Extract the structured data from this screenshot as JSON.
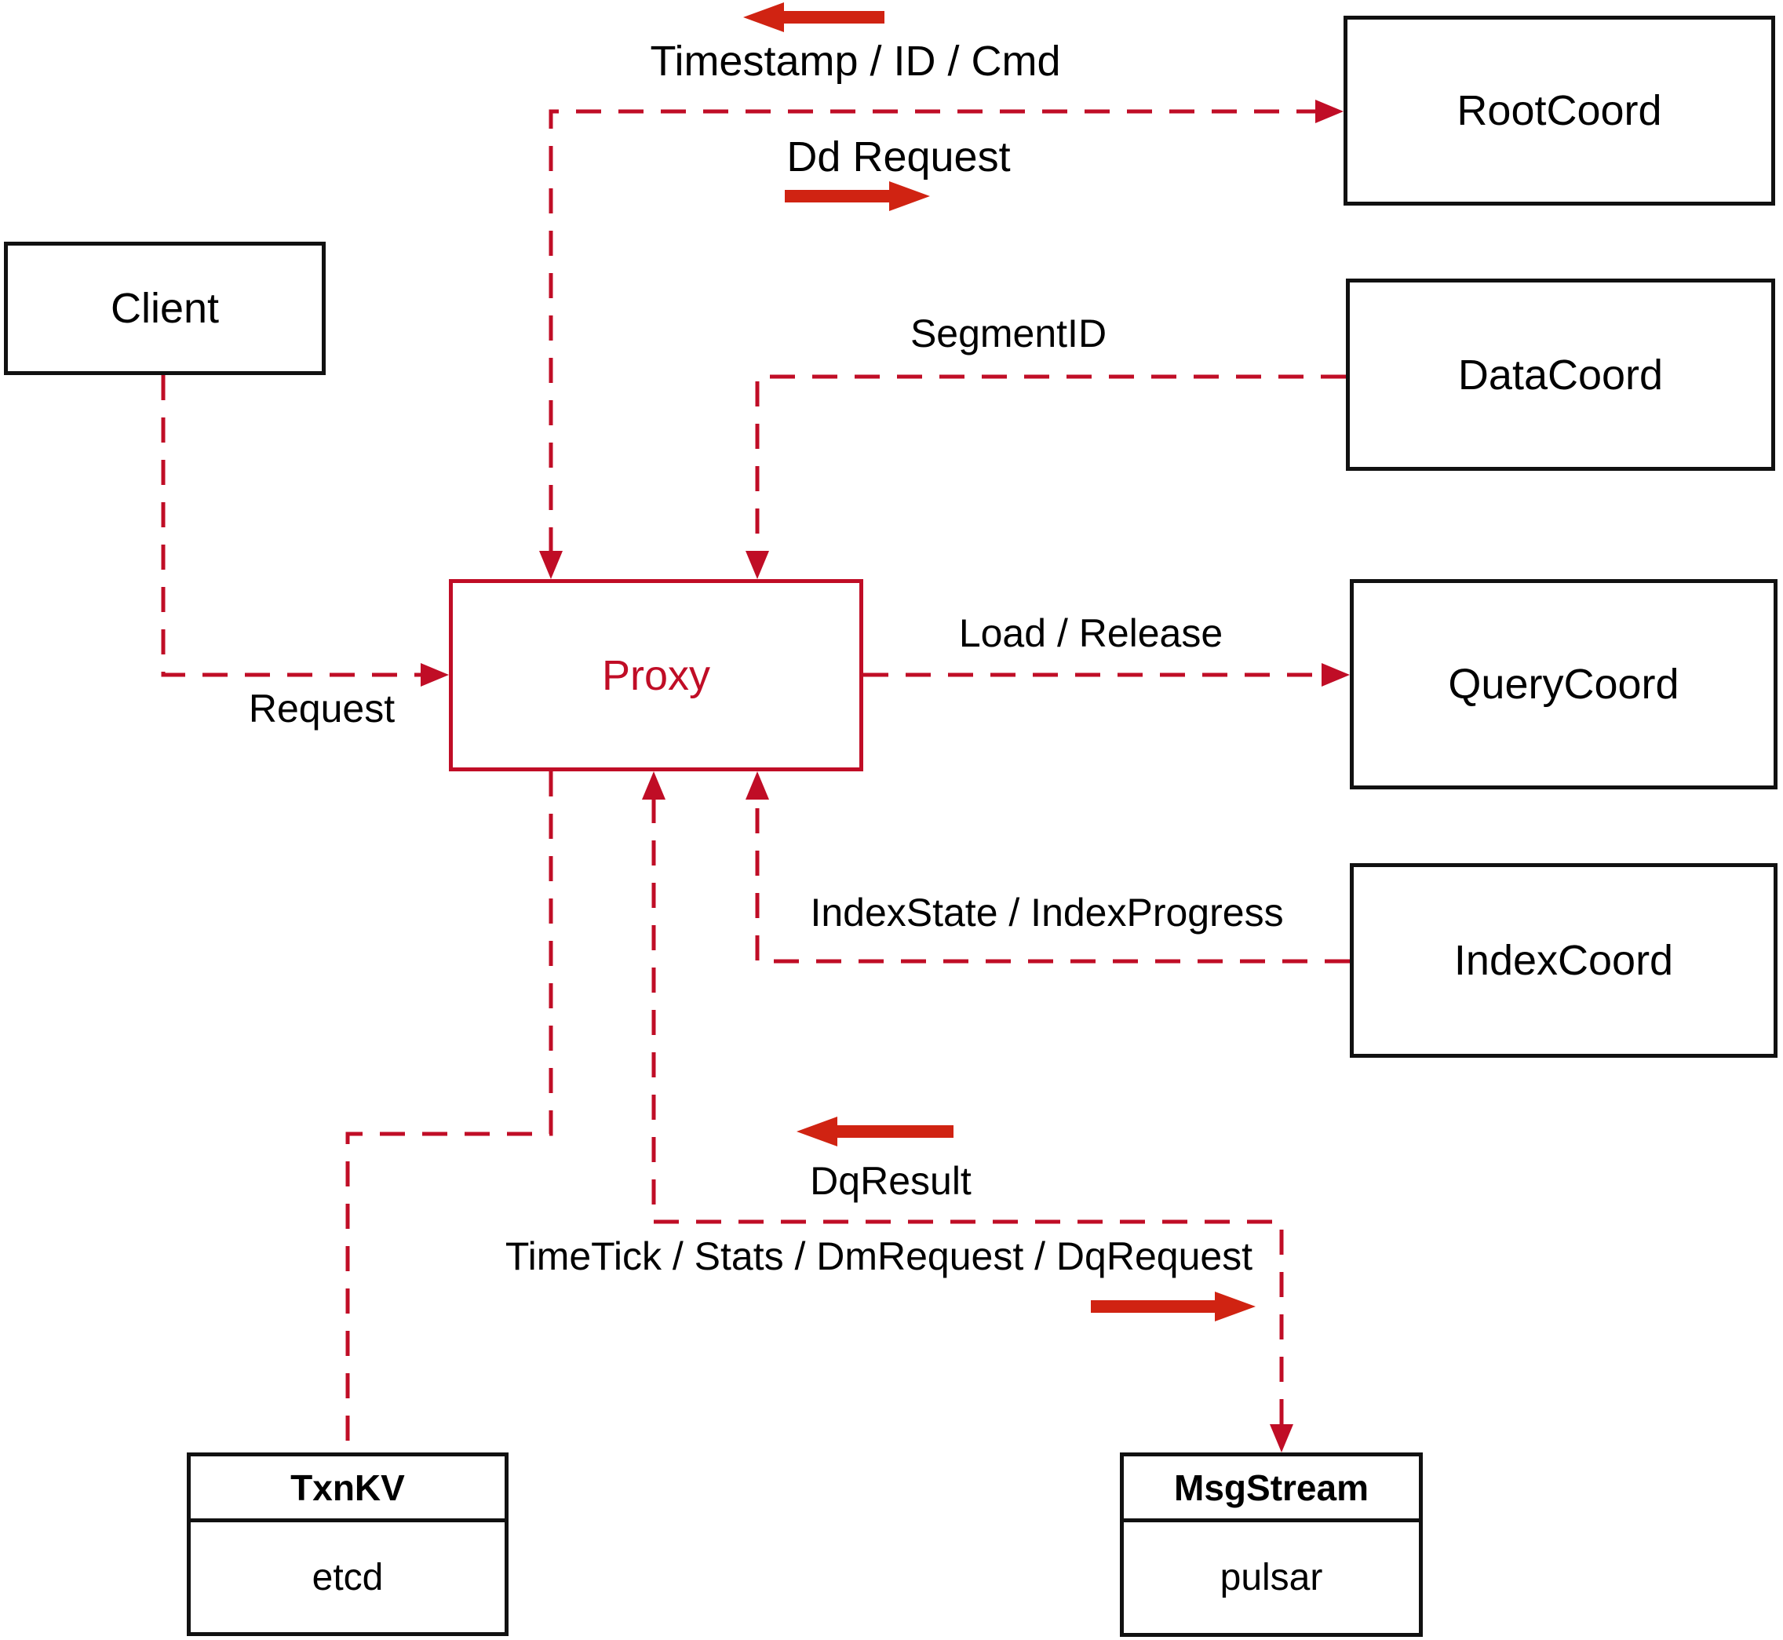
{
  "diagram": {
    "nodes": {
      "client": {
        "label": "Client"
      },
      "rootcoord": {
        "label": "RootCoord"
      },
      "datacoord": {
        "label": "DataCoord"
      },
      "querycoord": {
        "label": "QueryCoord"
      },
      "indexcoord": {
        "label": "IndexCoord"
      },
      "proxy": {
        "label": "Proxy"
      },
      "txnkv": {
        "title": "TxnKV",
        "subtitle": "etcd"
      },
      "msgstream": {
        "title": "MsgStream",
        "subtitle": "pulsar"
      }
    },
    "edge_labels": {
      "timestamp": "Timestamp / ID / Cmd",
      "dd_request": "Dd Request",
      "request": "Request",
      "segment_id": "SegmentID",
      "load_release": "Load / Release",
      "index_state": "IndexState / IndexProgress",
      "dq_result": "DqResult",
      "timetick": "TimeTick / Stats / DmRequest / DqRequest"
    },
    "colors": {
      "dashed_line": "#c00d26",
      "solid_arrow": "#d02312",
      "box_border": "#111111",
      "label_text": "#000000",
      "background": "#ffffff"
    }
  }
}
